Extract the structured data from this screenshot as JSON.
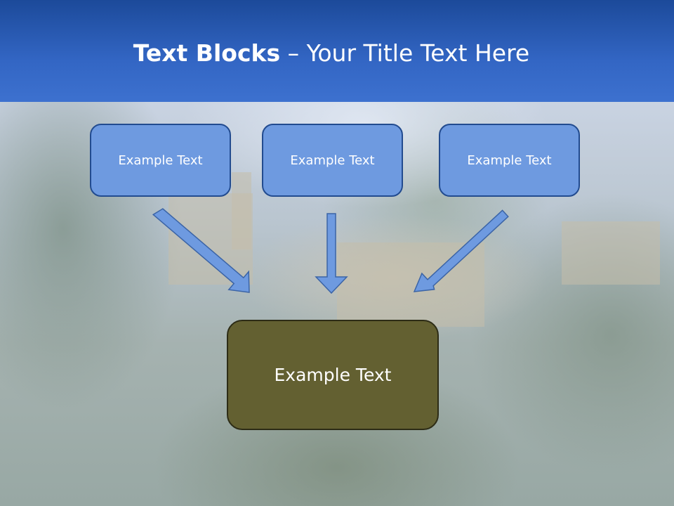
{
  "slide": {
    "title_bold": "Text Blocks",
    "title_rest": "– Your Title Text Here"
  },
  "diagram": {
    "top_boxes": [
      {
        "label": "Example Text"
      },
      {
        "label": "Example Text"
      },
      {
        "label": "Example Text"
      }
    ],
    "bottom_box": {
      "label": "Example Text"
    }
  },
  "colors": {
    "header": "#2e5fb8",
    "top_box_fill": "#6e9ae0",
    "top_box_border": "#224b8f",
    "bottom_box_fill": "#636031",
    "arrow_fill": "#6e9ae0"
  }
}
